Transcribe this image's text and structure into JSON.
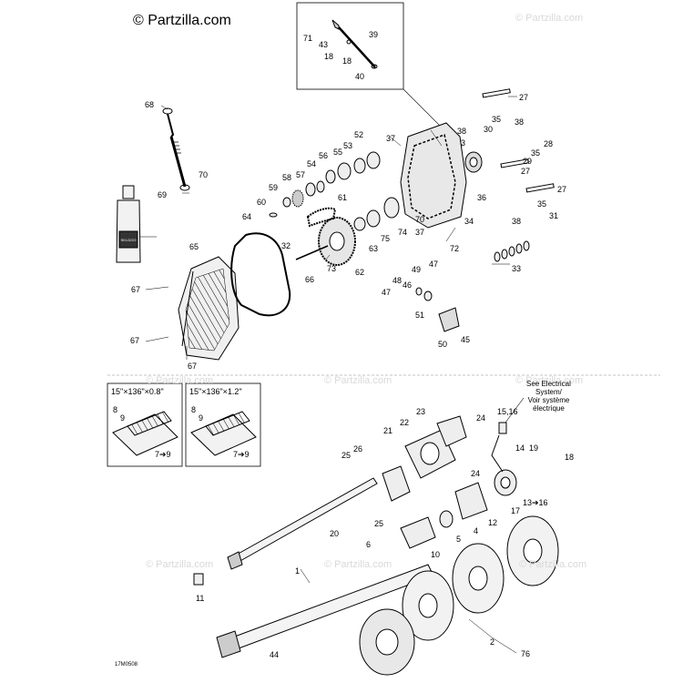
{
  "header": {
    "copyright": "© Partzilla.com"
  },
  "watermark": "© Partzilla.com",
  "drawing_id": "17M0508",
  "electrical_note": {
    "line1": "See Electrical",
    "line2": "System/",
    "line3": "Voir système",
    "line4": "électrique"
  },
  "callouts": {
    "box_left": {
      "title": "15\"×136\"×0.8\"",
      "a": "8",
      "b": "9",
      "c": "7➔9"
    },
    "box_right": {
      "title": "15\"×136\"×1.2\"",
      "a": "8",
      "b": "9",
      "c": "7➔9"
    }
  },
  "labels": [
    {
      "t": "71"
    },
    {
      "t": "43"
    },
    {
      "t": "39"
    },
    {
      "t": "18"
    },
    {
      "t": "18"
    },
    {
      "t": "40"
    },
    {
      "t": "68"
    },
    {
      "t": "27"
    },
    {
      "t": "35"
    },
    {
      "t": "30"
    },
    {
      "t": "38"
    },
    {
      "t": "38"
    },
    {
      "t": "28"
    },
    {
      "t": "35"
    },
    {
      "t": "27"
    },
    {
      "t": "29"
    },
    {
      "t": "27"
    },
    {
      "t": "52"
    },
    {
      "t": "55"
    },
    {
      "t": "56"
    },
    {
      "t": "53"
    },
    {
      "t": "37"
    },
    {
      "t": "3"
    },
    {
      "t": "70"
    },
    {
      "t": "54"
    },
    {
      "t": "57"
    },
    {
      "t": "58"
    },
    {
      "t": "59"
    },
    {
      "t": "69"
    },
    {
      "t": "60"
    },
    {
      "t": "61"
    },
    {
      "t": "64"
    },
    {
      "t": "36"
    },
    {
      "t": "35"
    },
    {
      "t": "31"
    },
    {
      "t": "38"
    },
    {
      "t": "34"
    },
    {
      "t": "70"
    },
    {
      "t": "37"
    },
    {
      "t": "74"
    },
    {
      "t": "75"
    },
    {
      "t": "63"
    },
    {
      "t": "32"
    },
    {
      "t": "65"
    },
    {
      "t": "72"
    },
    {
      "t": "33"
    },
    {
      "t": "66"
    },
    {
      "t": "73"
    },
    {
      "t": "62"
    },
    {
      "t": "47"
    },
    {
      "t": "49"
    },
    {
      "t": "46"
    },
    {
      "t": "48"
    },
    {
      "t": "67"
    },
    {
      "t": "47"
    },
    {
      "t": "51"
    },
    {
      "t": "67"
    },
    {
      "t": "50"
    },
    {
      "t": "45"
    },
    {
      "t": "67"
    },
    {
      "t": "23"
    },
    {
      "t": "22"
    },
    {
      "t": "24"
    },
    {
      "t": "21"
    },
    {
      "t": "15,16"
    },
    {
      "t": "26"
    },
    {
      "t": "25"
    },
    {
      "t": "14"
    },
    {
      "t": "19"
    },
    {
      "t": "18"
    },
    {
      "t": "24"
    },
    {
      "t": "17"
    },
    {
      "t": "13➔16"
    },
    {
      "t": "25"
    },
    {
      "t": "12"
    },
    {
      "t": "4"
    },
    {
      "t": "5"
    },
    {
      "t": "20"
    },
    {
      "t": "6"
    },
    {
      "t": "10"
    },
    {
      "t": "1"
    },
    {
      "t": "11"
    },
    {
      "t": "2"
    },
    {
      "t": "76"
    },
    {
      "t": "44"
    }
  ]
}
